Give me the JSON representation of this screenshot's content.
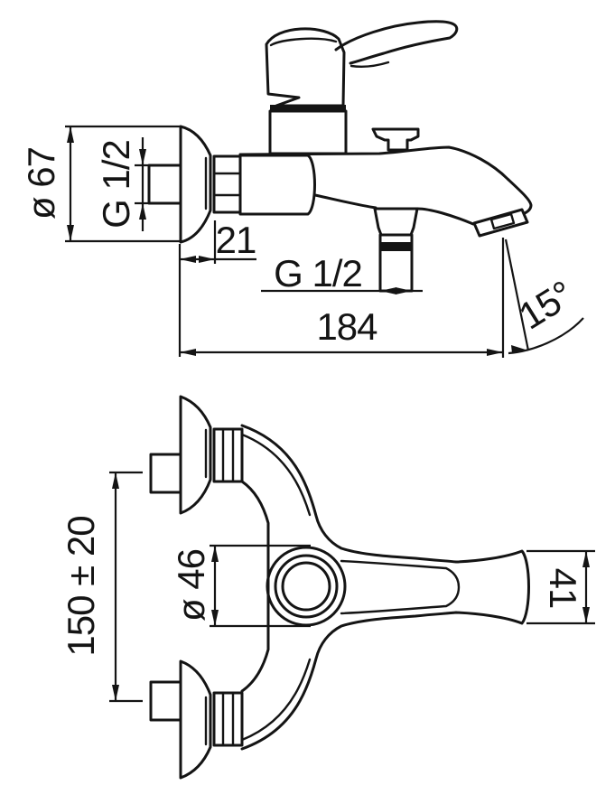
{
  "colors": {
    "background": "#ffffff",
    "line": "#141414"
  },
  "side_view": {
    "dimensions": {
      "escutcheon_diameter": "ø 67",
      "wall_connection_thread": "G 1/2",
      "wall_offset": "21",
      "shower_outlet_thread": "G 1/2",
      "spout_reach": "184",
      "spout_angle": "15°"
    }
  },
  "plan_view": {
    "dimensions": {
      "centers_distance": "150 ± 20",
      "body_diameter": "ø 46",
      "spout_end_width": "41"
    }
  }
}
